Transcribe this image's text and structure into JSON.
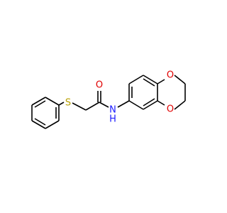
{
  "molecule": {
    "atoms": {
      "sulfur": "S",
      "carbonyl_oxygen": "O",
      "amide_nitrogen": "N",
      "amide_hydrogen": "H",
      "ether_oxygen_top": "O",
      "ether_oxygen_bottom": "O"
    },
    "colors": {
      "bond": "#000000",
      "sulfur": "#b8a000",
      "oxygen": "#e00000",
      "nitrogen": "#1a1aff",
      "background": "#ffffff"
    }
  }
}
